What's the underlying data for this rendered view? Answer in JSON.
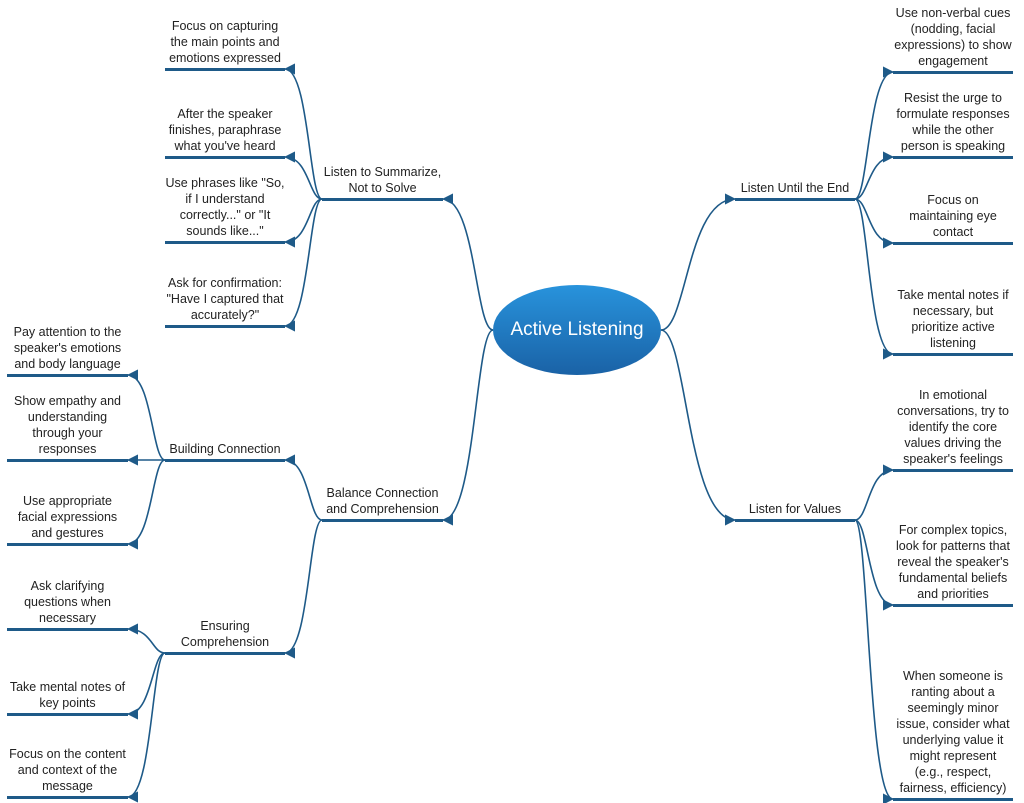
{
  "root": {
    "label": "Active Listening"
  },
  "branches": [
    {
      "lines": [
        "Listen to Summarize,",
        "Not to Solve"
      ],
      "children": [
        {
          "lines": [
            "Focus on capturing",
            "the main points and",
            "emotions expressed"
          ]
        },
        {
          "lines": [
            "After the speaker",
            "finishes, paraphrase",
            "what you've heard"
          ]
        },
        {
          "lines": [
            "Use phrases like \"So,",
            "if I understand",
            "correctly...\" or \"It",
            "sounds like...\""
          ]
        },
        {
          "lines": [
            "Ask for confirmation:",
            "\"Have I captured that",
            "accurately?\""
          ]
        }
      ]
    },
    {
      "lines": [
        "Balance Connection",
        "and Comprehension"
      ],
      "children": [
        {
          "lines": [
            "Building Connection"
          ],
          "children": [
            {
              "lines": [
                "Pay attention to the",
                "speaker's emotions",
                "and body language"
              ]
            },
            {
              "lines": [
                "Show empathy and",
                "understanding",
                "through your",
                "responses"
              ]
            },
            {
              "lines": [
                "Use appropriate",
                "facial expressions",
                "and gestures"
              ]
            }
          ]
        },
        {
          "lines": [
            "Ensuring",
            "Comprehension"
          ],
          "children": [
            {
              "lines": [
                "Ask clarifying",
                "questions when",
                "necessary"
              ]
            },
            {
              "lines": [
                "Take mental notes of",
                "key points"
              ]
            },
            {
              "lines": [
                "Focus on the content",
                "and context of the",
                "message"
              ]
            }
          ]
        }
      ]
    },
    {
      "lines": [
        "Listen Until the End"
      ],
      "children": [
        {
          "lines": [
            "Use non-verbal cues",
            "(nodding, facial",
            "expressions) to show",
            "engagement"
          ]
        },
        {
          "lines": [
            "Resist the urge to",
            "formulate responses",
            "while the other",
            "person is speaking"
          ]
        },
        {
          "lines": [
            "Focus on",
            "maintaining eye",
            "contact"
          ]
        },
        {
          "lines": [
            "Take mental notes if",
            "necessary, but",
            "prioritize active",
            "listening"
          ]
        }
      ]
    },
    {
      "lines": [
        "Listen for Values"
      ],
      "children": [
        {
          "lines": [
            "In emotional",
            "conversations, try to",
            "identify the core",
            "values driving the",
            "speaker's feelings"
          ]
        },
        {
          "lines": [
            "For complex topics,",
            "look for patterns that",
            "reveal the speaker's",
            "fundamental beliefs",
            "and priorities"
          ]
        },
        {
          "lines": [
            "When someone is",
            "ranting about a",
            "seemingly minor",
            "issue, consider what",
            "underlying value it",
            "might represent",
            "(e.g., respect,",
            "fairness, efficiency)"
          ]
        }
      ]
    }
  ],
  "colors": {
    "link": "#1e5a88",
    "root_top": "#2893dc",
    "root_bottom": "#1a62a6"
  }
}
